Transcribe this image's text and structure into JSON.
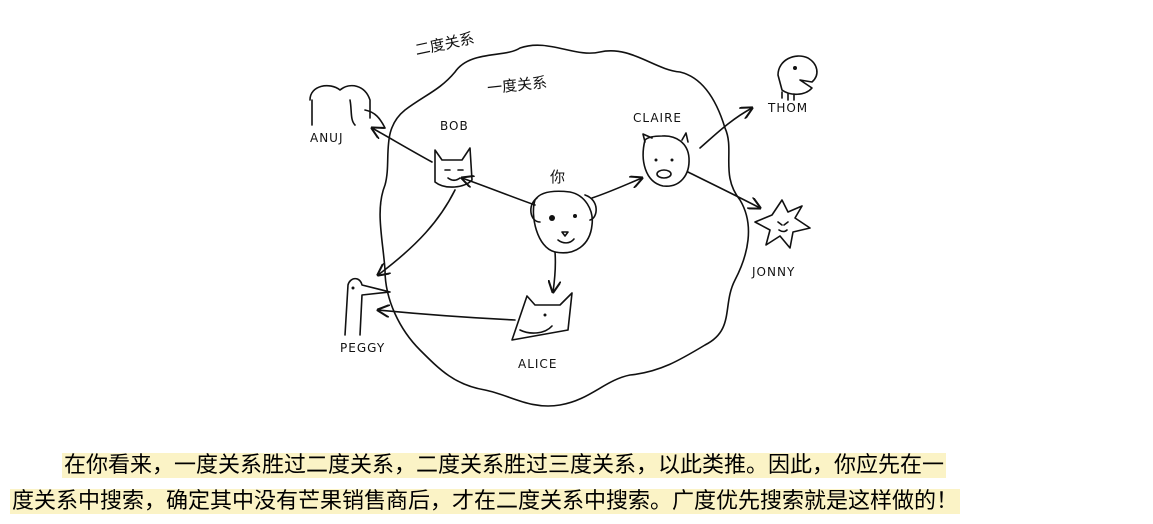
{
  "labels": {
    "second_degree": "二度关系",
    "first_degree": "一度关系",
    "you": "你",
    "bob": "BOB",
    "claire": "CLAIRE",
    "alice": "ALICE",
    "anuj": "ANUJ",
    "peggy": "PEGGY",
    "thom": "THOM",
    "jonny": "JONNY"
  },
  "caption": {
    "line1": "在你看来，一度关系胜过二度关系，二度关系胜过三度关系，以此类推。因此，你应先在一",
    "line2": "度关系中搜索，确定其中没有芒果销售商后，才在二度关系中搜索。广度优先搜索就是这样做的！"
  }
}
